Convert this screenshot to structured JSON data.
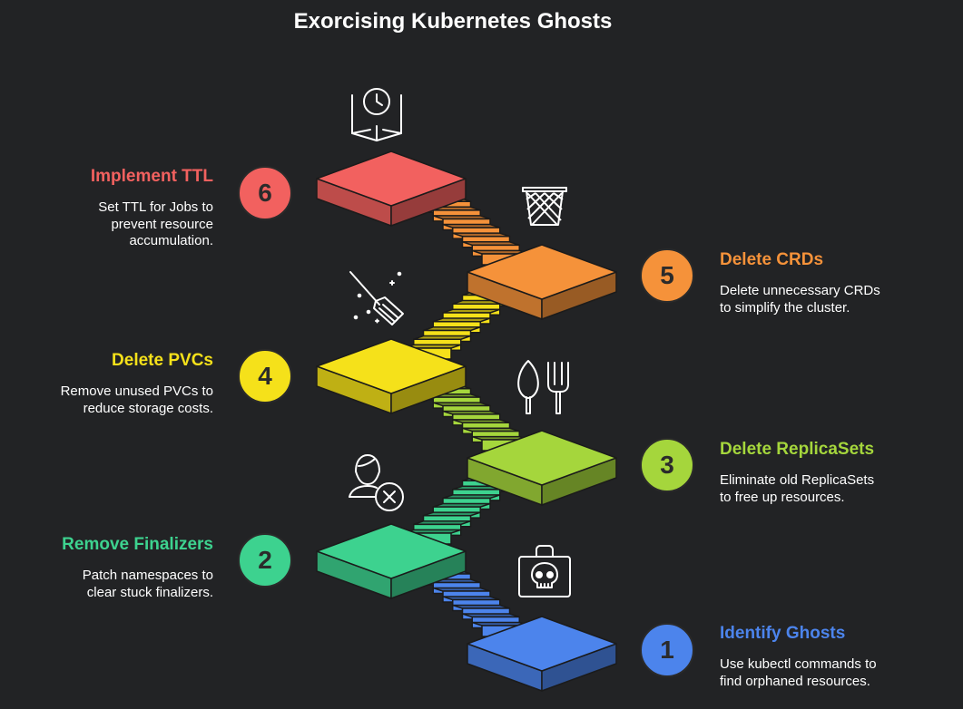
{
  "title": "Exorcising Kubernetes Ghosts",
  "steps": [
    {
      "number": "1",
      "title": "Identify Ghosts",
      "desc1": "Use kubectl commands to",
      "desc2": "find orphaned resources.",
      "color": "#4C84EC",
      "icon": "skull-bag-icon"
    },
    {
      "number": "2",
      "title": "Remove Finalizers",
      "desc1": "Patch namespaces to",
      "desc2": "clear stuck finalizers.",
      "color": "#3DD28F",
      "icon": "person-remove-icon"
    },
    {
      "number": "3",
      "title": "Delete ReplicaSets",
      "desc1": "Eliminate old ReplicaSets",
      "desc2": "to free up resources.",
      "color": "#A5D63C",
      "icon": "shovel-fork-icon"
    },
    {
      "number": "4",
      "title": "Delete PVCs",
      "desc1": "Remove unused PVCs to",
      "desc2": "reduce storage costs.",
      "color": "#F5E11A",
      "icon": "broom-sparkle-icon"
    },
    {
      "number": "5",
      "title": "Delete CRDs",
      "desc1": "Delete unnecessary CRDs",
      "desc2": "to simplify the cluster.",
      "color": "#F5923A",
      "icon": "trash-basket-icon"
    },
    {
      "number": "6",
      "title": "Implement TTL",
      "desc1": "Set TTL for Jobs to",
      "desc2": "prevent resource",
      "desc3": "accumulation.",
      "color": "#F2615F",
      "icon": "clock-book-icon"
    }
  ]
}
